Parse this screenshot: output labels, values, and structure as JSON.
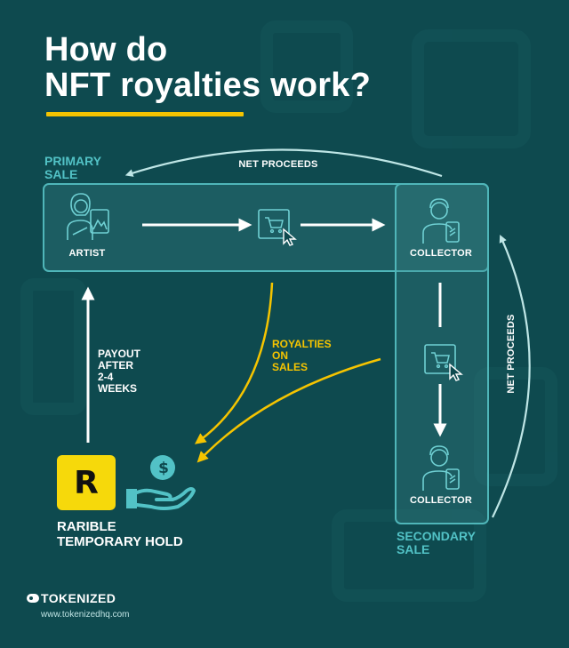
{
  "title": {
    "line1": "How do",
    "line2": "NFT royalties work?"
  },
  "labels": {
    "primary_sale": [
      "PRIMARY",
      "SALE"
    ],
    "secondary_sale": [
      "SECONDARY",
      "SALE"
    ],
    "net_proceeds_top": "NET PROCEEDS",
    "net_proceeds_side": "NET PROCEEDS",
    "artist": "ARTIST",
    "collector_top": "COLLECTOR",
    "collector_bottom": "COLLECTOR",
    "payout": [
      "PAYOUT",
      "AFTER",
      "2-4",
      "WEEKS"
    ],
    "royalties": [
      "ROYALTIES",
      "ON",
      "SALES"
    ],
    "rarible": [
      "RARIBLE",
      "TEMPORARY HOLD"
    ],
    "rarible_logo_letter": "R",
    "dollar_symbol": "$"
  },
  "footer": {
    "brand": "TOKENIZED",
    "url": "www.tokenizedhq.com"
  },
  "colors": {
    "background": "#0e4a4f",
    "accent_cyan": "#52c2c6",
    "accent_yellow": "#f5c400",
    "rarible_yellow": "#f6d90b"
  }
}
